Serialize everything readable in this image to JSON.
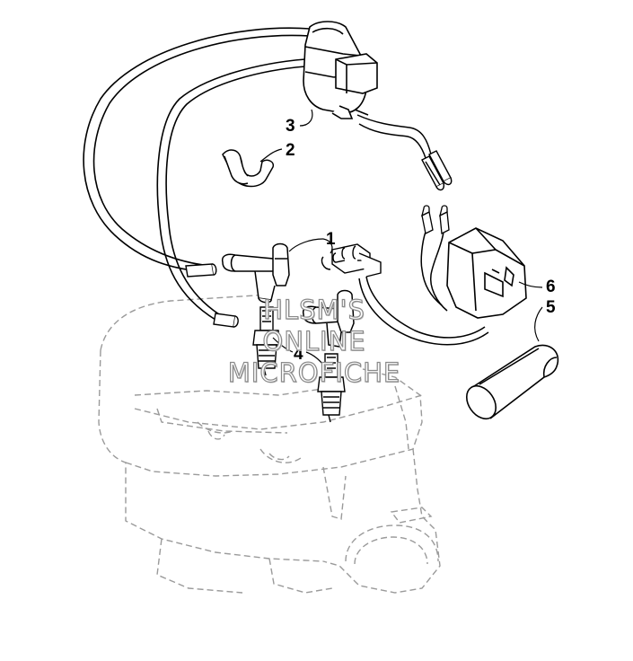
{
  "callouts": {
    "c1": "1",
    "c2": "2",
    "c3": "3",
    "c4": "4",
    "c5": "5",
    "c6": "6"
  },
  "watermark": {
    "line1": "HLSM'S",
    "line2": "ONLINE",
    "line3": "MICROFICHE"
  },
  "colors": {
    "line": "#000000",
    "ghost": "#9a9a9a",
    "watermark_stroke": "#8a8a8a"
  }
}
